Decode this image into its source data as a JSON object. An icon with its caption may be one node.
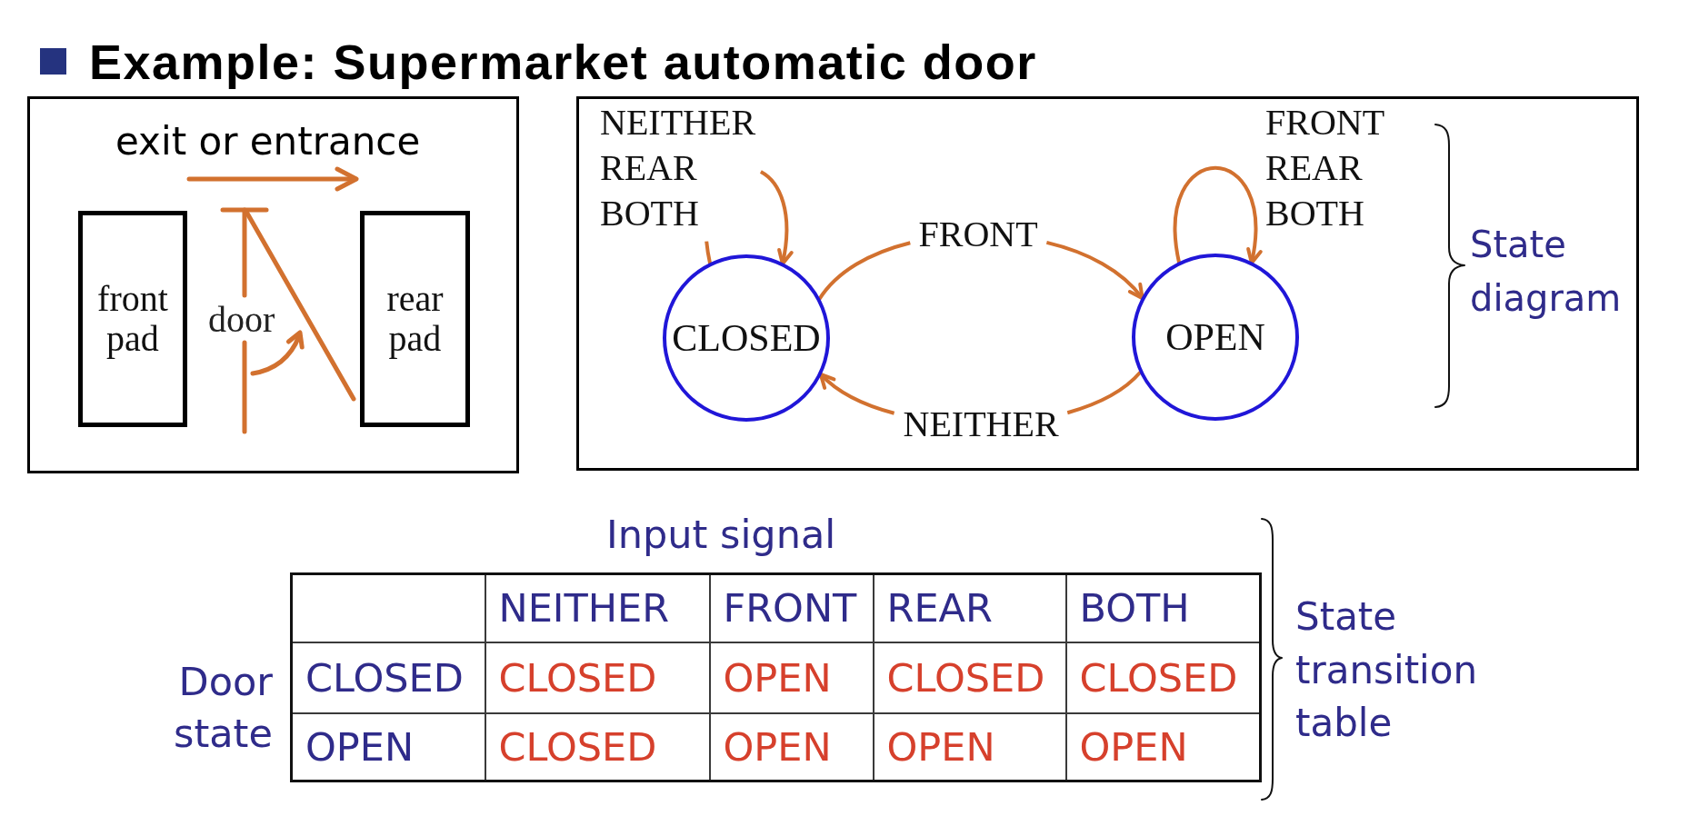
{
  "diagram": {
    "title": "Example: Supermarket automatic door",
    "nodes": [
      {
        "text": [],
        "shape": "box"
      },
      {
        "text": [
          "front pad"
        ],
        "in": 0
      },
      {
        "text": [
          "rear pad"
        ],
        "in": 0
      },
      {
        "text": [],
        "shape": "box"
      },
      {
        "text": [
          "CLOSED"
        ],
        "in": 3
      },
      {
        "text": [
          "OPEN"
        ],
        "in": 3
      }
    ],
    "edges": [
      {
        "from": 4,
        "to": 4,
        "arrow": "to",
        "label": "NEITHER REAR BOTH"
      },
      {
        "from": 4,
        "to": 5,
        "arrow": "to",
        "label": "FRONT"
      },
      {
        "from": 5,
        "to": 5,
        "arrow": "to",
        "label": "FRONT REAR BOTH"
      },
      {
        "from": 5,
        "to": 4,
        "arrow": "to",
        "label": "NEITHER"
      }
    ],
    "labels": [
      "exit or entrance",
      "door",
      "State diagram",
      "Input signal",
      "NEITHER",
      "FRONT",
      "REAR",
      "BOTH",
      "Door state",
      "CLOSED",
      "CLOSED",
      "OPEN",
      "CLOSED",
      "CLOSED",
      "OPEN",
      "CLOSED",
      "OPEN",
      "OPEN",
      "OPEN",
      "State transition table"
    ]
  }
}
